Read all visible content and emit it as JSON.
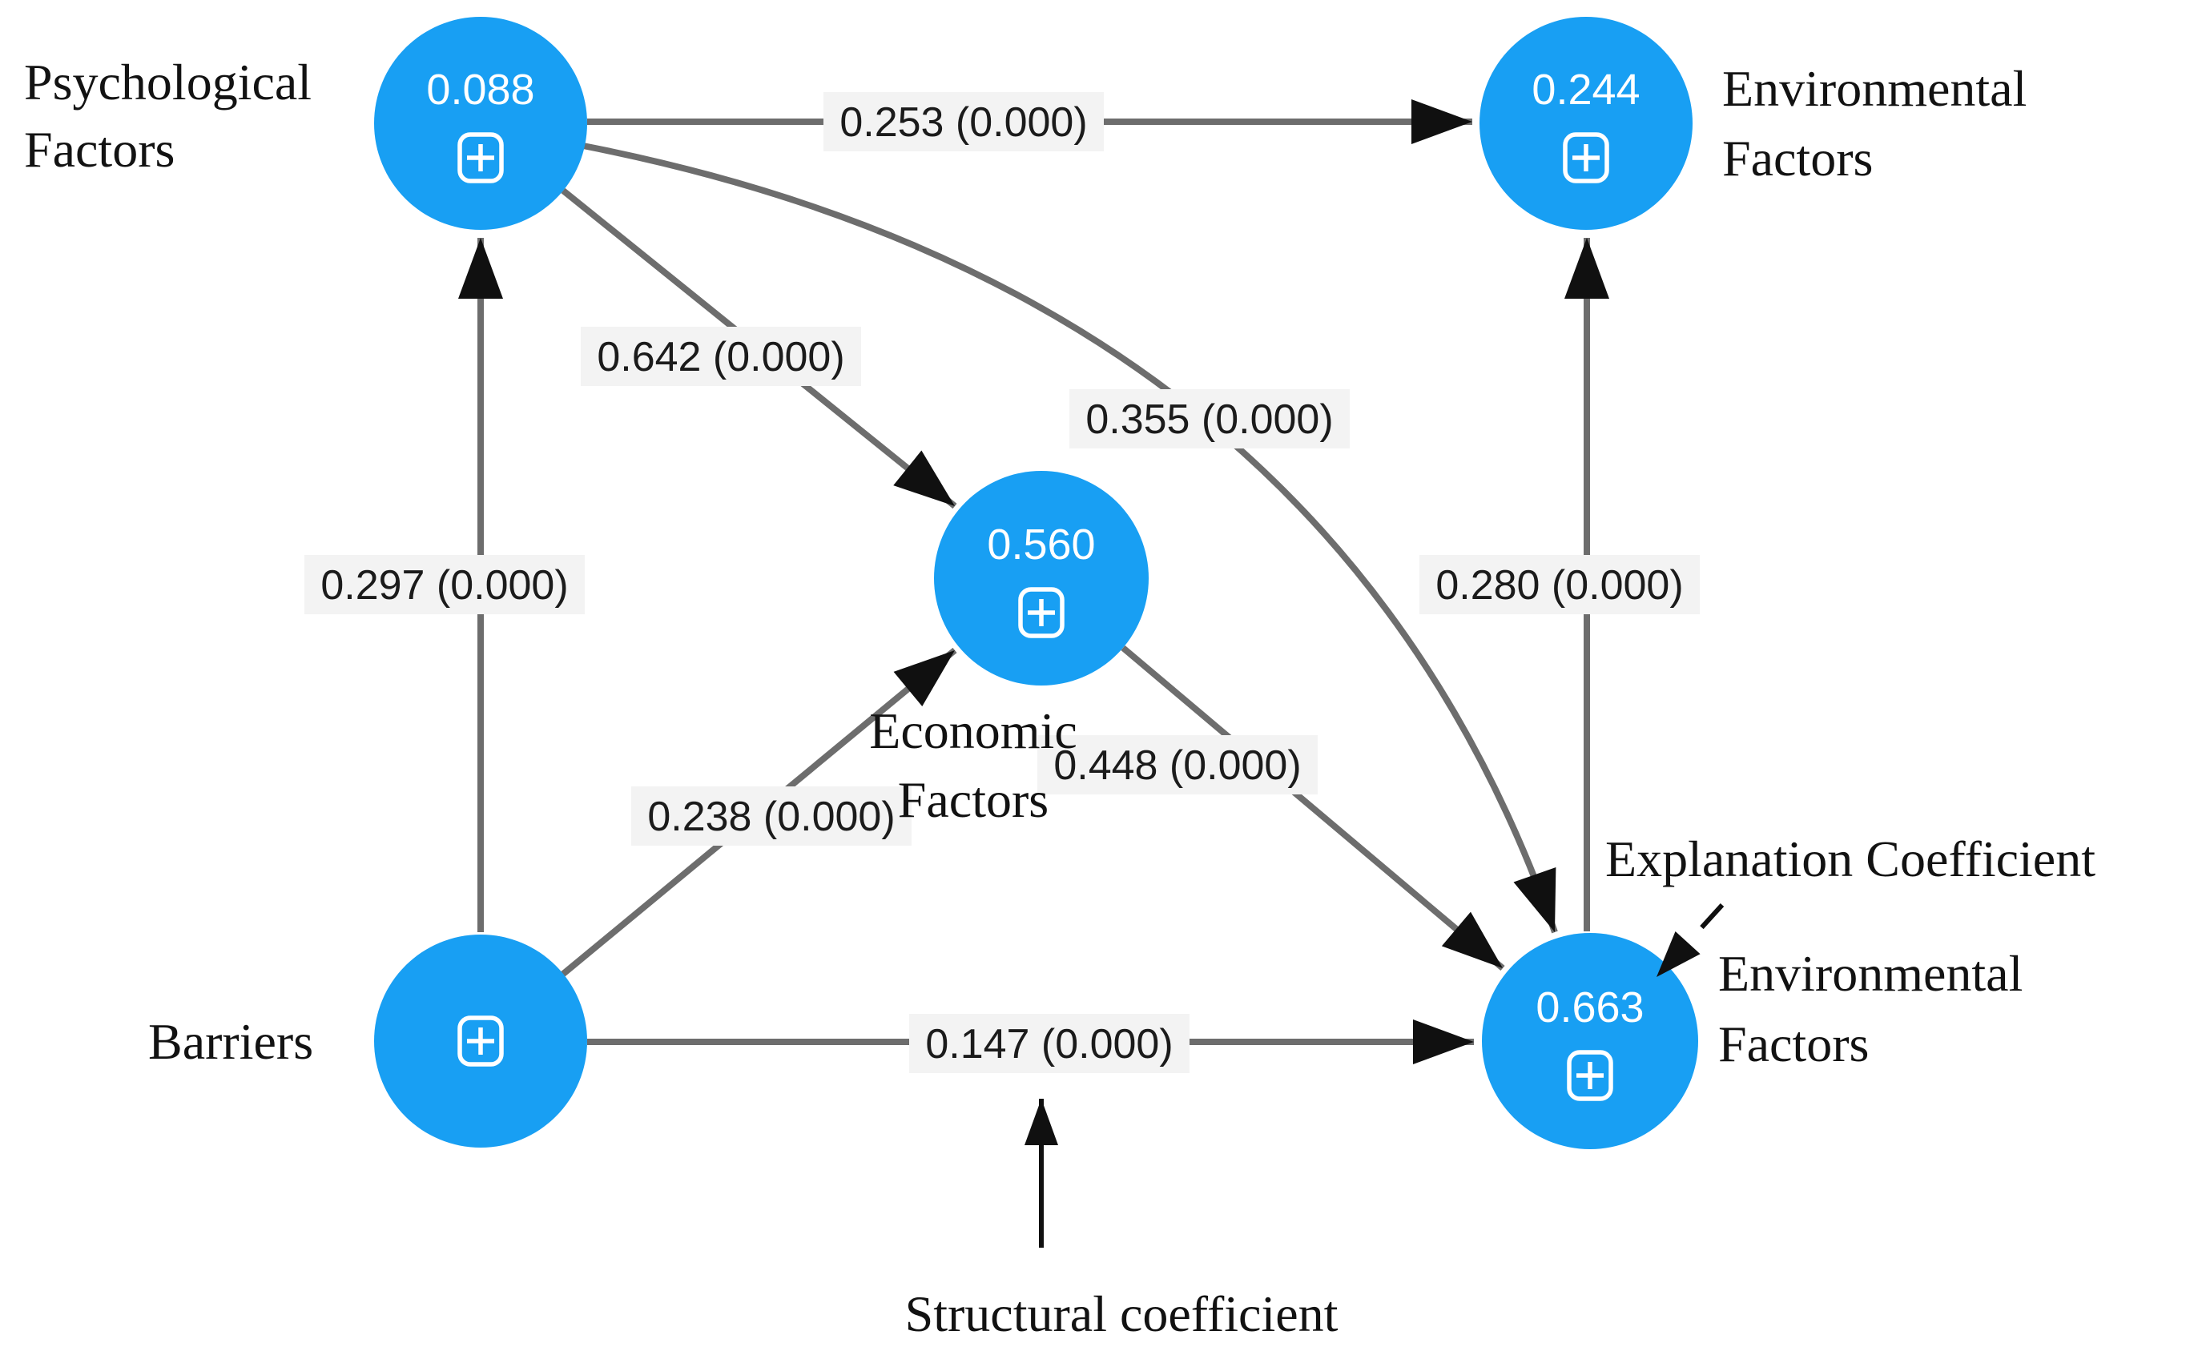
{
  "diagram": {
    "type": "structural-equation-path-model",
    "nodes": [
      {
        "id": "psychological-factors",
        "label": "Psychological Factors",
        "label_lines": [
          "Psychological",
          "Factors"
        ],
        "value": "0.088",
        "icon": "plus-expand-icon"
      },
      {
        "id": "environmental-factors-top",
        "label": "Environmental Factors",
        "label_lines": [
          "Environmental",
          "Factors"
        ],
        "value": "0.244",
        "icon": "plus-expand-icon"
      },
      {
        "id": "economic-factors",
        "label": "Economic Factors",
        "label_lines": [
          "Economic",
          "Factors"
        ],
        "value": "0.560",
        "icon": "plus-expand-icon"
      },
      {
        "id": "barriers",
        "label": "Barriers",
        "label_lines": [
          "Barriers"
        ],
        "value": "",
        "icon": "plus-expand-icon"
      },
      {
        "id": "environmental-factors-bottom",
        "label": "Environmental Factors",
        "label_lines": [
          "Environmental",
          "Factors"
        ],
        "value": "0.663",
        "icon": "plus-expand-icon"
      }
    ],
    "edges": [
      {
        "from": "Psychological Factors",
        "to": "Environmental Factors (top)",
        "label": "0.253 (0.000)"
      },
      {
        "from": "Psychological Factors",
        "to": "Economic Factors",
        "label": "0.642 (0.000)"
      },
      {
        "from": "Psychological Factors",
        "to": "Environmental Factors (bottom)",
        "label": "0.355 (0.000)"
      },
      {
        "from": "Barriers",
        "to": "Psychological Factors",
        "label": "0.297 (0.000)"
      },
      {
        "from": "Barriers",
        "to": "Economic Factors",
        "label": "0.238 (0.000)"
      },
      {
        "from": "Barriers",
        "to": "Environmental Factors (bottom)",
        "label": "0.147 (0.000)"
      },
      {
        "from": "Economic Factors",
        "to": "Environmental Factors (bottom)",
        "label": "0.448 (0.000)"
      },
      {
        "from": "Environmental Factors (bottom)",
        "to": "Environmental Factors (top)",
        "label": "0.280 (0.000)"
      }
    ],
    "annotations": {
      "explanation": {
        "text": "Explanation Coefficient",
        "points_to": "0.663"
      },
      "structural": {
        "text": "Structural coefficient",
        "points_to": "0.147 (0.000)"
      }
    },
    "colors": {
      "node_fill": "#189FF3",
      "node_value_text": "#FFFFFF",
      "edge_line": "#6D6D6D",
      "arrowhead": "#101010",
      "label_background": "#F3F3F3",
      "label_text": "#1B1B1B",
      "annotation_text": "#121212"
    }
  }
}
